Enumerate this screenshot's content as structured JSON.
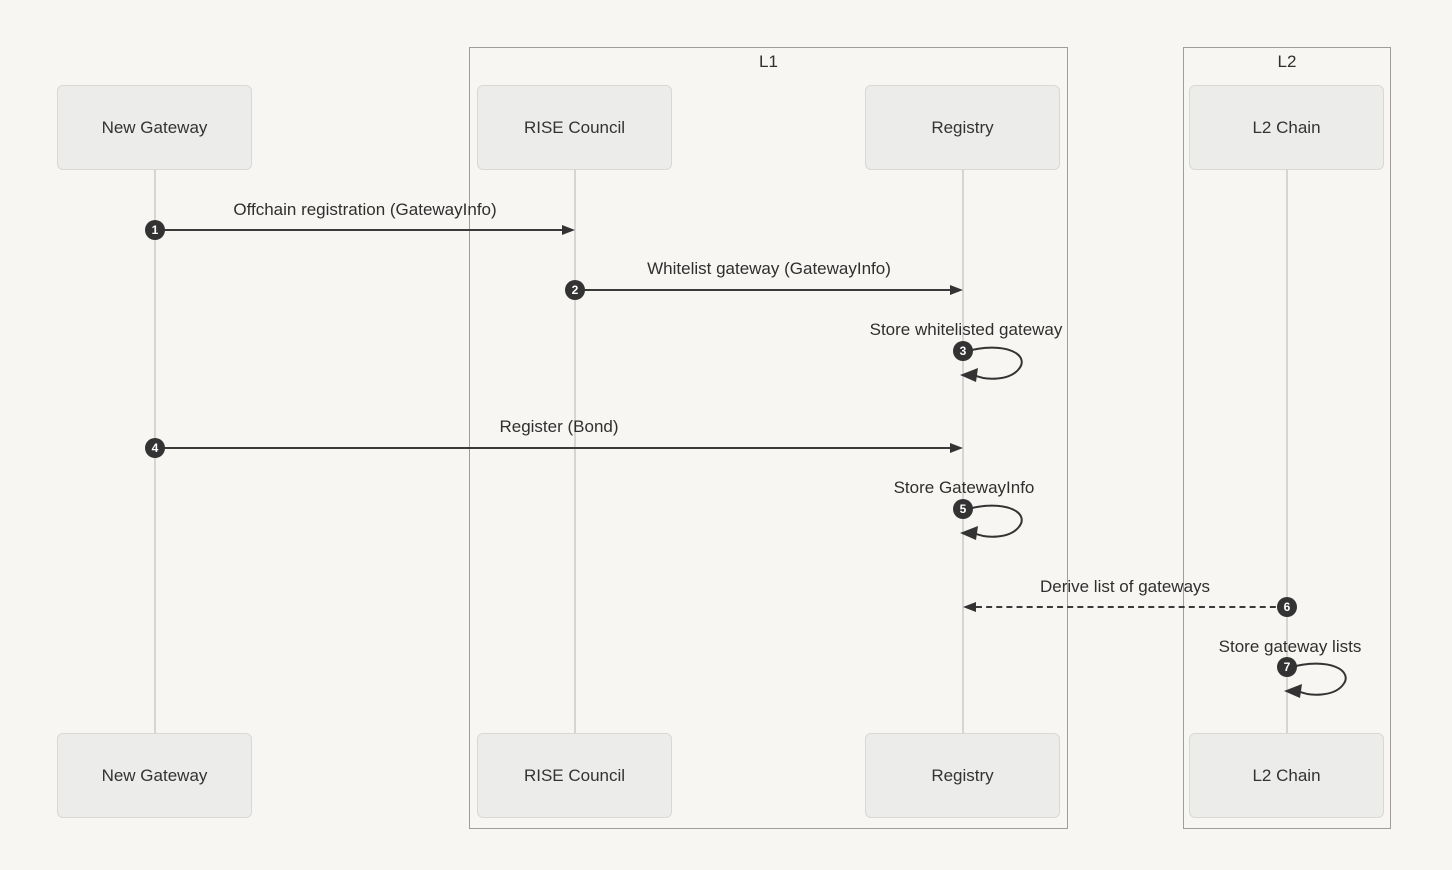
{
  "diagram": {
    "type": "sequence-diagram",
    "groups": [
      {
        "label": "L1"
      },
      {
        "label": "L2"
      }
    ],
    "actors": [
      {
        "label": "New Gateway"
      },
      {
        "label": "RISE Council"
      },
      {
        "label": "Registry"
      },
      {
        "label": "L2 Chain"
      }
    ],
    "messages": [
      {
        "num": "1",
        "label": "Offchain registration (GatewayInfo)",
        "from": "New Gateway",
        "to": "RISE Council",
        "style": "solid"
      },
      {
        "num": "2",
        "label": "Whitelist gateway (GatewayInfo)",
        "from": "RISE Council",
        "to": "Registry",
        "style": "solid"
      },
      {
        "num": "3",
        "label": "Store whitelisted gateway",
        "from": "Registry",
        "to": "Registry",
        "style": "self"
      },
      {
        "num": "4",
        "label": "Register (Bond)",
        "from": "New Gateway",
        "to": "Registry",
        "style": "solid"
      },
      {
        "num": "5",
        "label": "Store GatewayInfo",
        "from": "Registry",
        "to": "Registry",
        "style": "self"
      },
      {
        "num": "6",
        "label": "Derive list of gateways",
        "from": "L2 Chain",
        "to": "Registry",
        "style": "dashed"
      },
      {
        "num": "7",
        "label": "Store gateway lists",
        "from": "L2 Chain",
        "to": "L2 Chain",
        "style": "self"
      }
    ],
    "colors": {
      "background": "#f7f6f3",
      "actor_fill": "#ececeb",
      "actor_border": "#d9d8d6",
      "group_border": "#9e9d9b",
      "lifeline": "#d6d5d3",
      "arrow": "#333333",
      "text": "#2f2f2f",
      "number_badge_bg": "#333333",
      "number_badge_text": "#ffffff"
    }
  }
}
